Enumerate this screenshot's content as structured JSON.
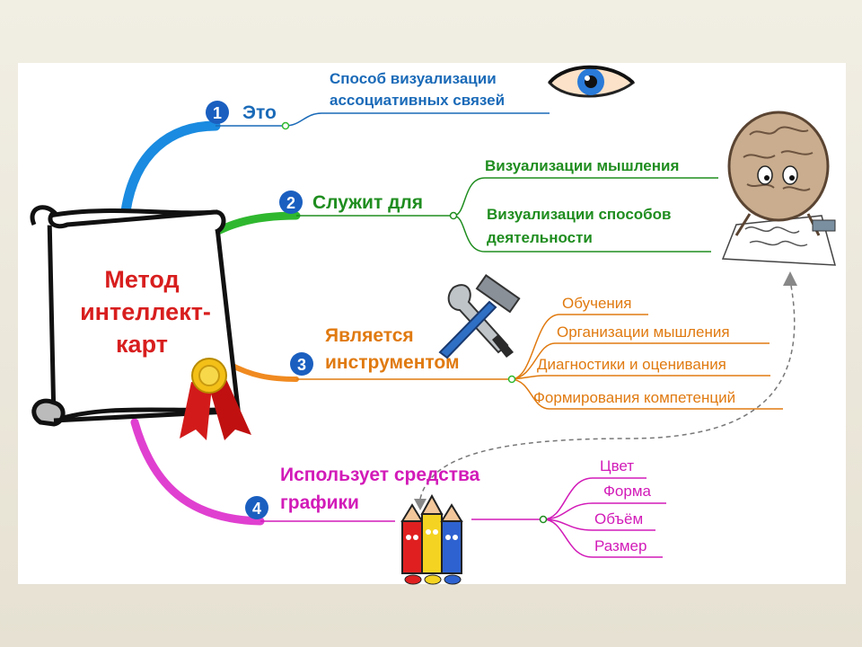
{
  "center": {
    "line1": "Метод",
    "line2": "интеллект-",
    "line3": "карт"
  },
  "branches": [
    {
      "num": "1",
      "label": "Это",
      "color": "#1a6ab8",
      "children": [
        "Способ визуализации",
        "ассоциативных связей"
      ]
    },
    {
      "num": "2",
      "label": "Служит для",
      "color": "#1f8d1f",
      "children": [
        "Визуализации мышления",
        "Визуализации способов",
        "деятельности"
      ]
    },
    {
      "num": "3",
      "label_line1": "Является",
      "label_line2": "инструментом",
      "color": "#e07a10",
      "children": [
        "Обучения",
        "Организации мышления",
        "Диагностики и оценивания",
        "Формирования компетенций"
      ]
    },
    {
      "num": "4",
      "label_line1": "Использует средства",
      "label_line2": "графики",
      "color": "#d21bb8",
      "children": [
        "Цвет",
        "Форма",
        "Объём",
        "Размер"
      ]
    }
  ],
  "icons": [
    "eye-icon",
    "brain-icon",
    "tools-icon",
    "pencils-icon",
    "ribbon-badge-icon",
    "scroll-icon"
  ]
}
